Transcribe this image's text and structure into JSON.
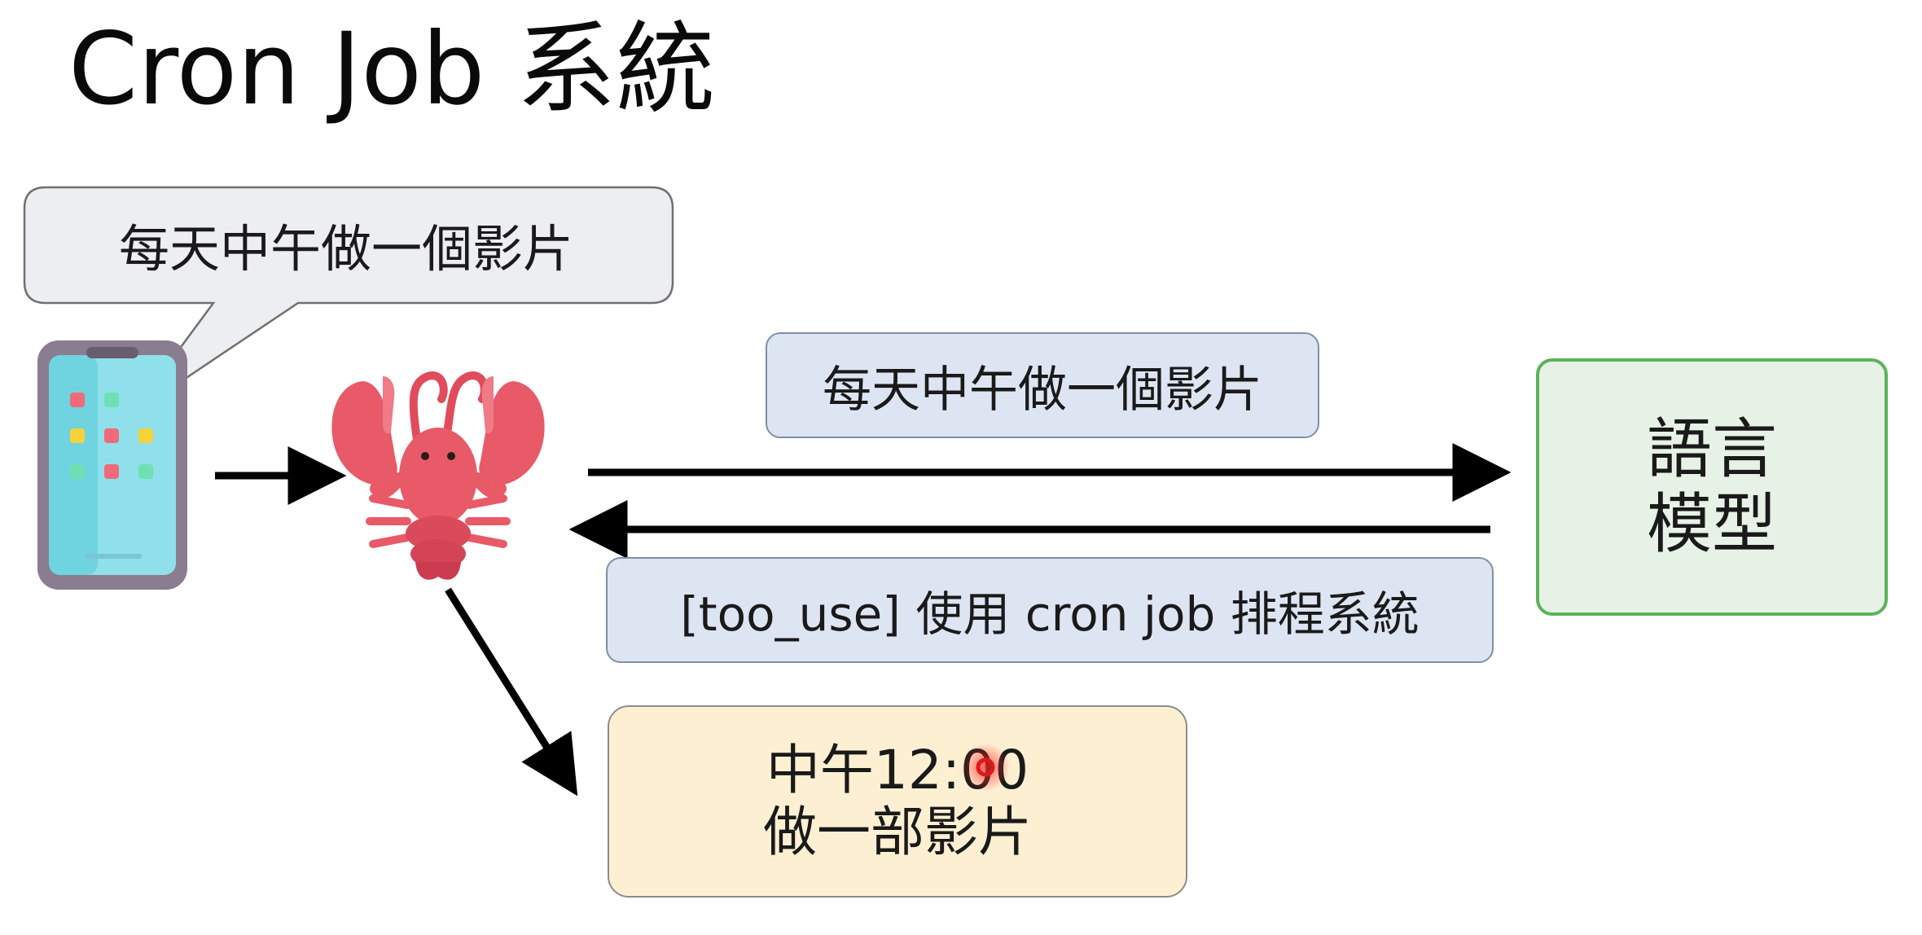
{
  "title": "Cron Job 系統",
  "speech_bubble": {
    "text": "每天中午做一個影片"
  },
  "prompt_message": {
    "text": "每天中午做一個影片"
  },
  "language_model": {
    "line1": "語言",
    "line2": "模型"
  },
  "tool_message": {
    "text": "[too_use] 使用 cron job 排程系統"
  },
  "scheduled_task": {
    "line1": "中午12:00",
    "line2": "做一部影片"
  },
  "colors": {
    "message_box_fill": "#dde5f3",
    "message_box_border": "#7f8fa6",
    "llm_fill": "#e6f2e6",
    "llm_border": "#5bb35b",
    "task_fill": "#fdf0d2",
    "bubble_fill": "#eceef1",
    "lobster": "#e8525f",
    "arrow": "#000000"
  },
  "icons": {
    "phone": "smartphone-icon",
    "agent": "lobster-icon",
    "cursor": "red-cursor-dot"
  }
}
